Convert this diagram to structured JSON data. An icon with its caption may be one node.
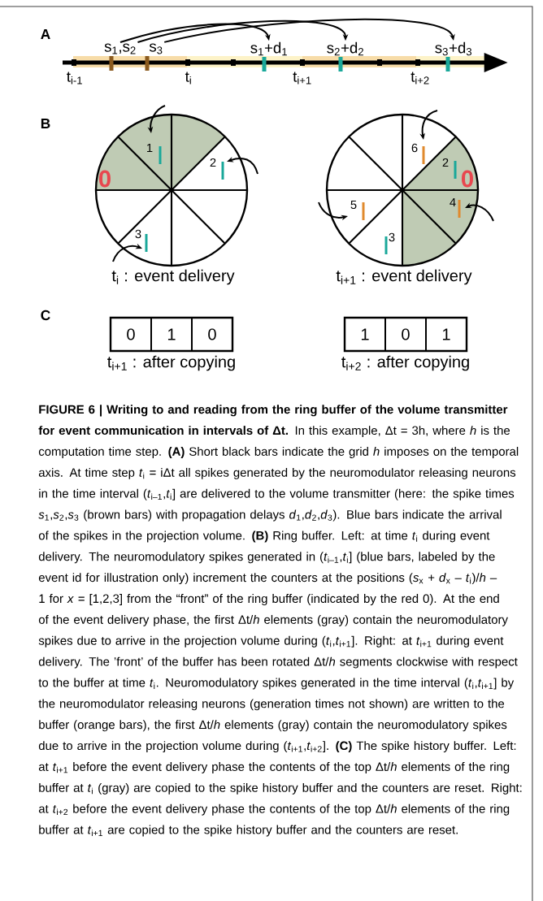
{
  "diagram": {
    "caption": "**FIGURE 6 | Writing to and reading from the ring buffer of the volume transmitter for event communication in intervals of Δt.** In this example, Δt = 3h, where *h* is the computation time step. **(A)** Short black bars indicate the grid *h* imposes on the temporal axis. At time step *t*$_{i}$ = iΔt all spikes generated by the neuromodulator releasing neurons in the time interval (*t*$_{i–1}$,*t*$_{i}$] are delivered to the volume transmitter (here: the spike times *s*$_{1}$,*s*$_{2}$,*s*$_{3}$ (brown bars) with propagation delays *d*$_{1}$,*d*$_{2}$,*d*$_{3}$). Blue bars indicate the arrival of the spikes in the projection volume. **(B)** Ring buffer. Left: at time *t*$_{i}$ during event delivery. The neuromodulatory spikes generated in (*t*$_{i–1}$,*t*$_{i}$] (blue bars, labeled by the event id for illustration only) increment the counters at the positions (*s*$_{x}$ + *d*$_{x}$ – *t*$_{i}$)/*h* – 1 for *x* = [1,2,3] from the “front” of the ring buffer (indicated by the red 0). At the end of the event delivery phase, the first Δt/*h* elements (gray) contain the neuromodulatory spikes due to arrive in the projection volume during (*t*$_{i}$,*t*$_{i+1}$]. Right: at *t*$_{i+1}$ during event delivery. The ’front’ of the buffer has been rotated Δt/*h* segments clockwise with respect to the buffer at time *t*$_{i}$. Neuromodulatory spikes generated in the time interval (*t*$_{i}$,*t*$_{i+1}$] by the neuromodulator releasing neurons (generation times not shown) are written to the buffer (orange bars), the first Δt/*h* elements (gray) contain the neuromodulatory spikes due to arrive in the projection volume during (*t*$_{i+1}$,*t*$_{i+2}$]. **(C)** The spike history buffer. Left: at *t*$_{i+1}$ before the event delivery phase the contents of the top Δt/*h* elements of the ring buffer at *t*$_{i}$ (gray) are copied to the spike history buffer and the counters are reset. Right: at *t*$_{i+2}$ before the event delivery phase the contents of the top Δt/*h* elements of the ring buffer at *t*$_{i+1}$ are copied to the spike history buffer and the counters are reset.",
    "nodes": [
      {
        "text": [
          "s$_{1}$,s$_{2}$"
        ]
      },
      {
        "text": [
          "s$_{3}$"
        ]
      },
      {
        "text": [
          "s$_{1}$+d$_{1}$"
        ]
      },
      {
        "text": [
          "s$_{2}$+d$_{2}$"
        ]
      },
      {
        "text": [
          "s$_{3}$+d$_{3}$"
        ]
      },
      {
        "text": [
          "1",
          "2",
          "0",
          "3"
        ],
        "beside": [
          "t$_{i}$ : event delivery"
        ]
      },
      {
        "text": [
          "6",
          "2",
          "0",
          "5",
          "4",
          "3"
        ],
        "beside": [
          "t$_{i+1}$ : event delivery"
        ]
      },
      {
        "text": [],
        "shape": "box",
        "beside": [
          "t$_{i+1}$ : after copying"
        ]
      },
      {
        "text": [
          "0"
        ],
        "in": 7
      },
      {
        "text": [
          "1"
        ],
        "in": 7
      },
      {
        "text": [
          "0"
        ],
        "in": 7
      },
      {
        "text": [],
        "shape": "box",
        "beside": [
          "t$_{i+2}$ : after copying"
        ]
      },
      {
        "text": [
          "1"
        ],
        "in": 11
      },
      {
        "text": [
          "0"
        ],
        "in": 11
      },
      {
        "text": [
          "1"
        ],
        "in": 11
      }
    ],
    "edges": [
      {
        "from": 0,
        "to": 2,
        "arrow": "to"
      },
      {
        "from": 0,
        "to": 3,
        "arrow": "to"
      },
      {
        "from": 1,
        "to": 4,
        "arrow": "to"
      },
      {
        "from": null,
        "to": 5,
        "arrow": "to"
      },
      {
        "from": null,
        "to": 5,
        "arrow": "to"
      },
      {
        "from": null,
        "to": 5,
        "arrow": "to"
      },
      {
        "from": null,
        "to": 6,
        "arrow": "to"
      },
      {
        "from": null,
        "to": 6,
        "arrow": "to"
      },
      {
        "from": null,
        "to": 6,
        "arrow": "to"
      }
    ],
    "labels": [
      "A",
      "t$_{i-1}$",
      "t$_{i}$",
      "t$_{i+1}$",
      "t$_{i+2}$",
      "B",
      "C"
    ]
  }
}
